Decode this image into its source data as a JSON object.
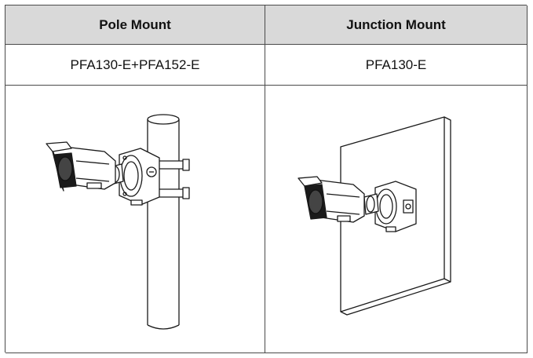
{
  "table": {
    "headers": [
      "Pole Mount",
      "Junction Mount"
    ],
    "models": [
      "PFA130-E+PFA152-E",
      "PFA130-E"
    ],
    "illustrations": [
      "pole-mount-illustration",
      "junction-mount-illustration"
    ]
  }
}
